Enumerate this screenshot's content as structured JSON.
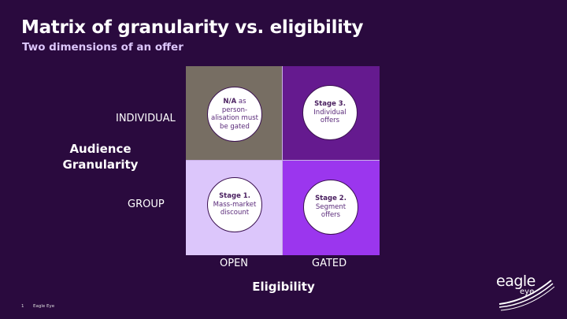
{
  "title": "Matrix of granularity vs. eligibility",
  "subtitle": "Two dimensions of an offer",
  "y_axis": {
    "title_line1": "Audience",
    "title_line2": "Granularity",
    "rows": [
      "INDIVIDUAL",
      "GROUP"
    ]
  },
  "x_axis": {
    "title": "Eligibility",
    "columns": [
      "OPEN",
      "GATED"
    ]
  },
  "quadrants": {
    "individual_open": {
      "bold": "N/A",
      "text": " as person-alisation must be gated",
      "color": "#776e63"
    },
    "individual_gated": {
      "bold": "Stage 3.",
      "text": "Individual offers",
      "color": "#651a8f"
    },
    "group_open": {
      "bold": "Stage 1.",
      "text": "Mass-market discount",
      "color": "#dcc6fb"
    },
    "group_gated": {
      "bold": "Stage 2.",
      "text": "Segment offers",
      "color": "#9b36ee"
    }
  },
  "footer": {
    "page": "1",
    "company": "Eagle Eye"
  },
  "logo": {
    "line1": "eagle",
    "line2": "eye"
  }
}
